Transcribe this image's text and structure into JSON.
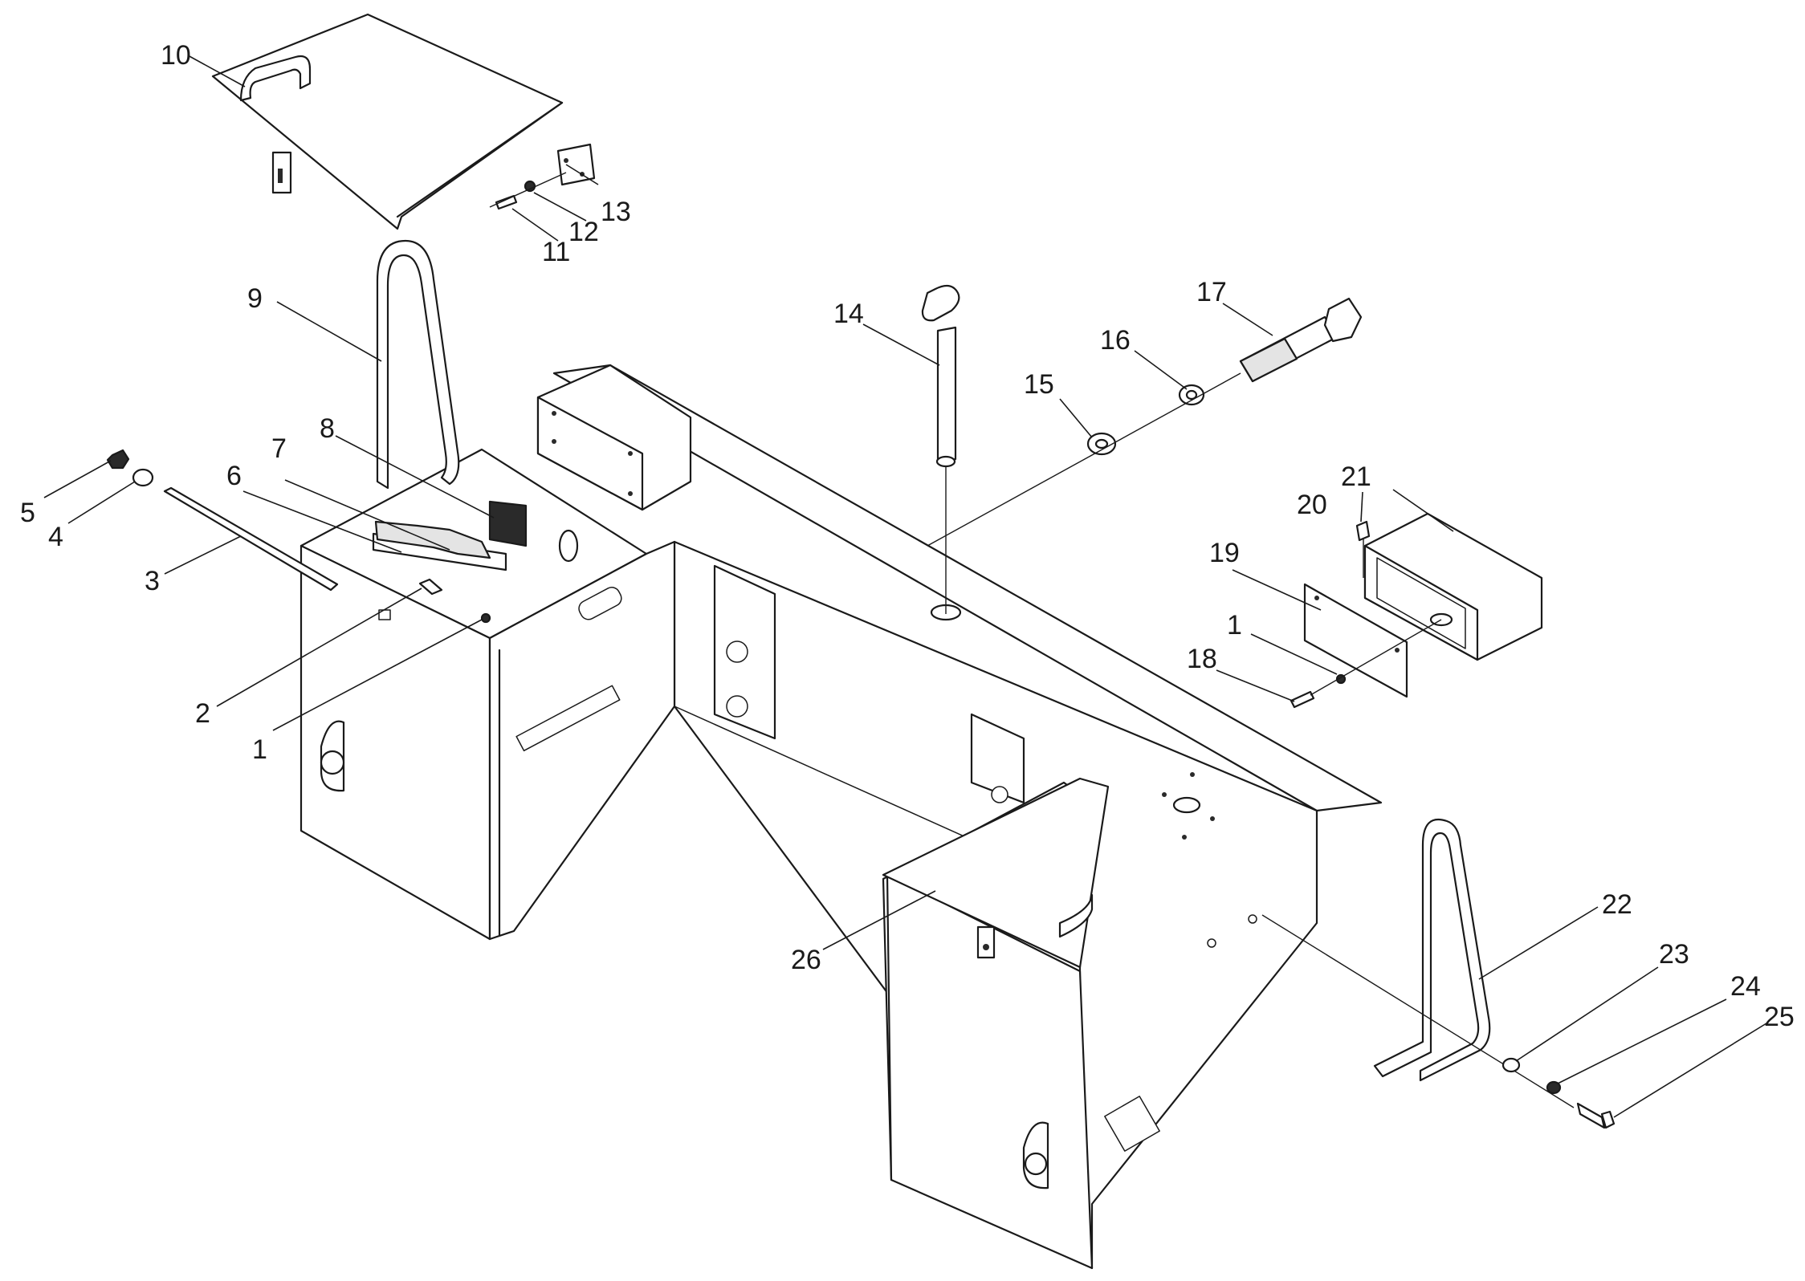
{
  "callouts": {
    "c1a": "1",
    "c1b": "1",
    "c2": "2",
    "c3": "3",
    "c4": "4",
    "c5": "5",
    "c6": "6",
    "c7": "7",
    "c8": "8",
    "c9": "9",
    "c10": "10",
    "c11": "11",
    "c12": "12",
    "c13": "13",
    "c14": "14",
    "c15": "15",
    "c16": "16",
    "c17": "17",
    "c18": "18",
    "c19": "19",
    "c20": "20",
    "c21": "21",
    "c22": "22",
    "c23": "23",
    "c24": "24",
    "c25": "25",
    "c26": "26"
  }
}
